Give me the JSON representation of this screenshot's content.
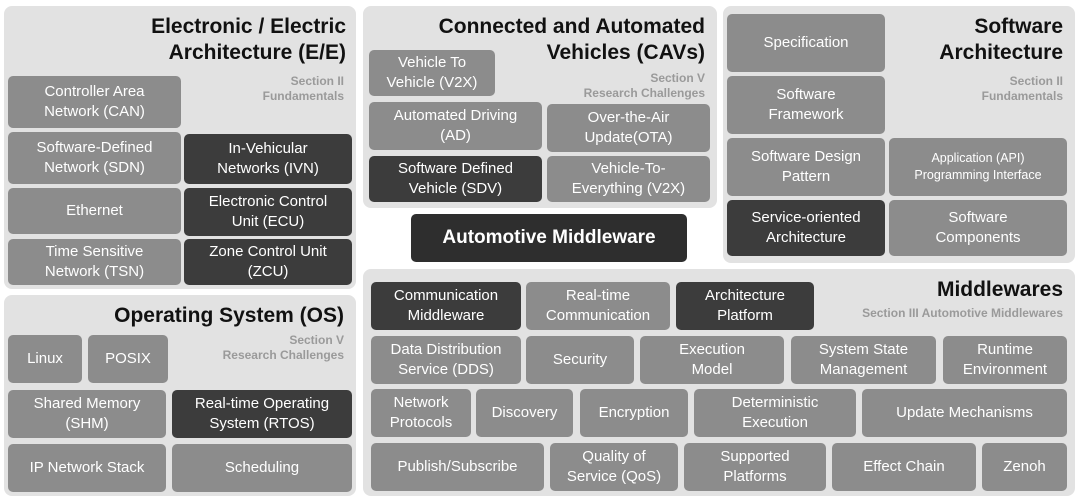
{
  "ee": {
    "title": "Electronic / Electric\nArchitecture (E/E)",
    "subtitle": "Section II\nFundamentals",
    "boxes": {
      "can": "Controller Area\nNetwork (CAN)",
      "sdn": "Software-Defined\nNetwork (SDN)",
      "ivn": "In-Vehicular\nNetworks (IVN)",
      "ethernet": "Ethernet",
      "ecu": "Electronic Control\nUnit (ECU)",
      "tsn": "Time Sensitive\nNetwork (TSN)",
      "zcu": "Zone Control Unit\n(ZCU)"
    }
  },
  "cav": {
    "title": "Connected and Automated\nVehicles (CAVs)",
    "subtitle": "Section V\nResearch Challenges",
    "boxes": {
      "v2x_to_vehicle": "Vehicle To\nVehicle (V2X)",
      "ad": "Automated Driving\n(AD)",
      "ota": "Over-the-Air\nUpdate(OTA)",
      "sdv": "Software Defined\nVehicle (SDV)",
      "v2x_everything": "Vehicle-To-\nEverything (V2X)"
    }
  },
  "sa": {
    "title": "Software\nArchitecture",
    "subtitle": "Section II\nFundamentals",
    "boxes": {
      "spec": "Specification",
      "framework": "Software\nFramework",
      "pattern": "Software Design\nPattern",
      "api": "Application (API)\nProgramming Interface",
      "soa": "Service-oriented\nArchitecture",
      "components": "Software\nComponents"
    }
  },
  "center": {
    "label": "Automotive Middleware"
  },
  "os": {
    "title": "Operating  System (OS)",
    "subtitle": "Section V\nResearch Challenges",
    "boxes": {
      "linux": "Linux",
      "posix": "POSIX",
      "shm": "Shared Memory\n(SHM)",
      "rtos": "Real-time Operating\nSystem (RTOS)",
      "ipstack": "IP Network Stack",
      "scheduling": "Scheduling"
    }
  },
  "mw": {
    "title": "Middlewares",
    "subtitle": "Section III Automotive Middlewares",
    "boxes": {
      "comm_mw": "Communication\nMiddleware",
      "rt_comm": "Real-time\nCommunication",
      "arch_platform": "Architecture\nPlatform",
      "dds": "Data Distribution\nService (DDS)",
      "security": "Security",
      "exec_model": "Execution\nModel",
      "state_mgmt": "System State\nManagement",
      "runtime_env": "Runtime\nEnvironment",
      "net_protocols": "Network\nProtocols",
      "discovery": "Discovery",
      "encryption": "Encryption",
      "det_exec": "Deterministic\nExecution",
      "update_mech": "Update Mechanisms",
      "pubsub": "Publish/Subscribe",
      "qos": "Quality of\nService (QoS)",
      "platforms": "Supported\nPlatforms",
      "effect_chain": "Effect Chain",
      "zenoh": "Zenoh"
    }
  }
}
